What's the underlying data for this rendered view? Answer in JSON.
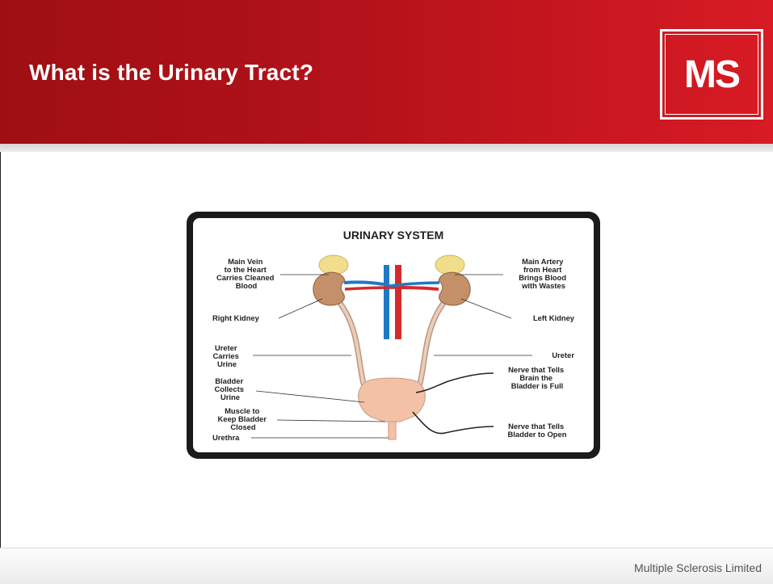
{
  "slide": {
    "title": "What is the Urinary Tract?",
    "logo_text": "MS",
    "footer": "Multiple Sclerosis Limited"
  },
  "diagram": {
    "title": "URINARY SYSTEM",
    "labels": {
      "main_vein": [
        "Main Vein",
        "to the Heart",
        "Carries Cleaned",
        "Blood"
      ],
      "main_artery": [
        "Main Artery",
        "from Heart",
        "Brings Blood",
        "with Wastes"
      ],
      "right_kidney": [
        "Right Kidney"
      ],
      "left_kidney": [
        "Left Kidney"
      ],
      "ureter_left": [
        "Ureter",
        "Carries",
        "Urine"
      ],
      "ureter_right": [
        "Ureter"
      ],
      "bladder": [
        "Bladder",
        "Collects",
        "Urine"
      ],
      "nerve_full": [
        "Nerve that Tells",
        "Brain the",
        "Bladder is Full"
      ],
      "muscle": [
        "Muscle to",
        "Keep Bladder",
        "Closed"
      ],
      "nerve_open": [
        "Nerve that Tells",
        "Bladder to Open"
      ],
      "urethra": [
        "Urethra"
      ]
    }
  },
  "colors": {
    "header_red": "#b3121a",
    "vein_blue": "#1f78c8",
    "artery_red": "#d62a2a",
    "kidney": "#c4906a",
    "adrenal": "#f1de8c",
    "ureter": "#e8c7b0",
    "bladder": "#f3c1a6"
  }
}
